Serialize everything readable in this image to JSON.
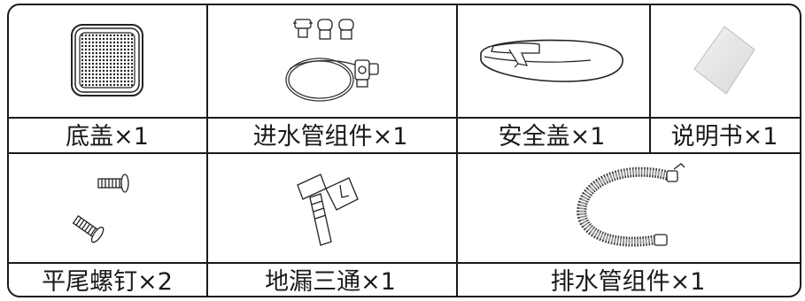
{
  "parts": [
    {
      "id": "bottom-cover",
      "label": "底盖×1"
    },
    {
      "id": "inlet-hose-assembly",
      "label": "进水管组件×1"
    },
    {
      "id": "safety-cover",
      "label": "安全盖×1"
    },
    {
      "id": "manual",
      "label": "说明书×1"
    },
    {
      "id": "leveling-screws",
      "label": "平尾螺钉×2"
    },
    {
      "id": "floor-drain-tee",
      "label": "地漏三通×1"
    },
    {
      "id": "drain-hose-assembly",
      "label": "排水管组件×1"
    }
  ]
}
